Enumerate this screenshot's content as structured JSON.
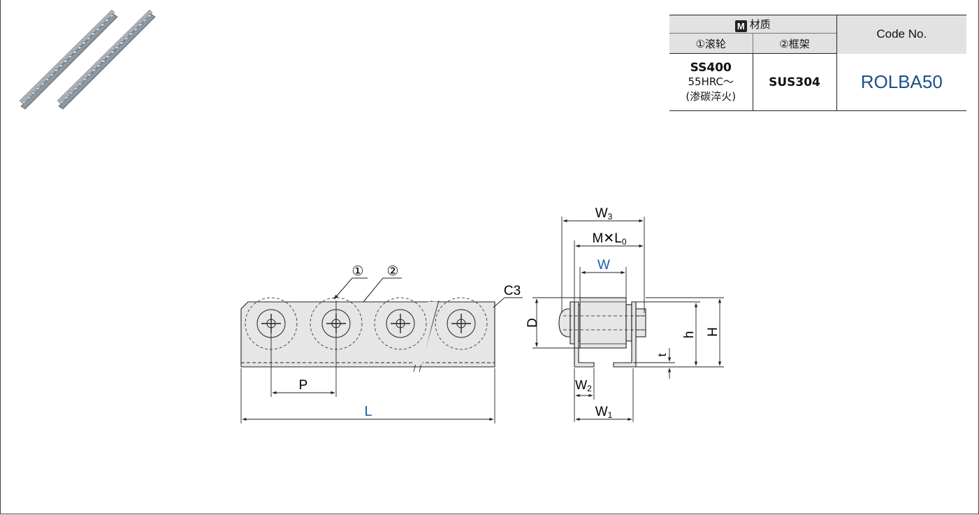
{
  "material_table": {
    "header_material": "材质",
    "header_m_badge": "M",
    "header_roller": "①滚轮",
    "header_frame": "②框架",
    "header_code": "Code No.",
    "roller_material": "SS400",
    "roller_hardness": "55HRC～",
    "roller_treatment": "(渗碳淬火)",
    "frame_material": "SUS304",
    "code_no": "ROLBA50"
  },
  "drawing_labels": {
    "callout_roller": "①",
    "callout_frame": "②",
    "chamfer": "C3",
    "pitch": "P",
    "length": "L",
    "w3": "W",
    "w3_sub": "3",
    "mxl": "M✕L",
    "mxl_sub": "0",
    "w": "W",
    "w1": "W",
    "w1_sub": "1",
    "w2": "W",
    "w2_sub": "2",
    "d": "D",
    "h_small": "h",
    "h_big": "H",
    "t": "t"
  },
  "colors": {
    "highlight_dimension": "#1a5da8",
    "line": "#222222",
    "part_fill": "#e6e6e6"
  }
}
